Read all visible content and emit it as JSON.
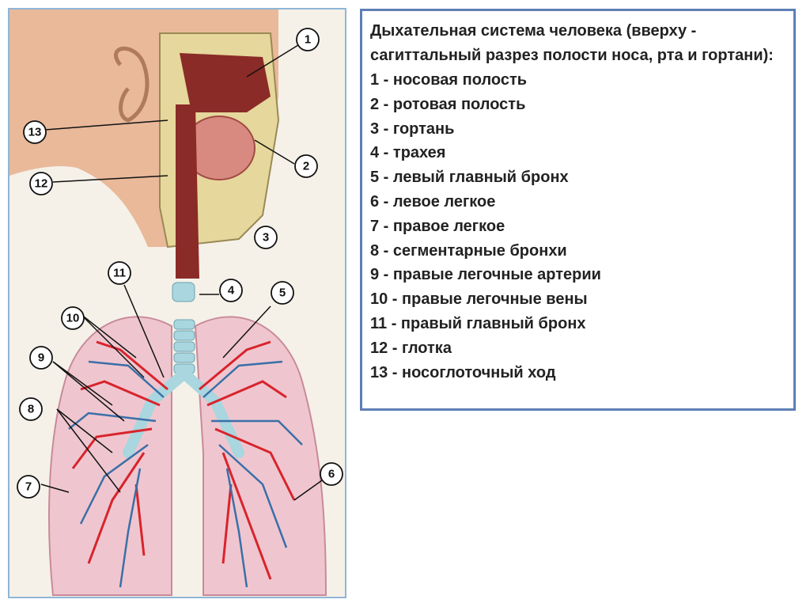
{
  "figure": {
    "callout_numbers": [
      "1",
      "2",
      "3",
      "4",
      "5",
      "6",
      "7",
      "8",
      "9",
      "10",
      "11",
      "12",
      "13"
    ],
    "colors": {
      "skin": "#e9b99a",
      "airway": "#8b2b28",
      "lung": "#efc6cf",
      "artery": "#d8242c",
      "vein": "#3b6fa8",
      "trachea": "#a9d6df",
      "frame": "#8fb6d6"
    }
  },
  "caption": {
    "title": "Дыхательная система человека (вверху - сагиттальный разрез полости носа, рта и гортани):",
    "items": [
      "1 - носовая полость",
      "2 - ротовая полость",
      "3 - гортань",
      "4 - трахея",
      "5 - левый главный бронх",
      "6 - левое легкое",
      "7 - правое легкое",
      "8 - сегментарные бронхи",
      "9 - правые легочные артерии",
      "10 - правые легочные вены",
      "11 - правый главный бронх",
      "12 - глотка",
      "13 - носоглоточный ход"
    ]
  }
}
